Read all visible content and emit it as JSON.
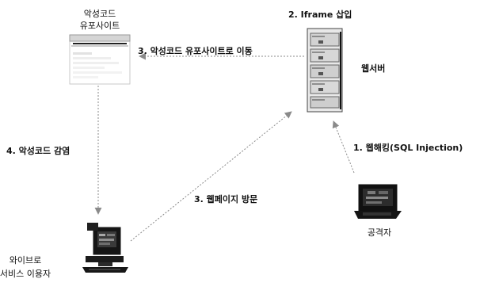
{
  "nodes": {
    "distribution_site": {
      "label_line1": "악성코드",
      "label_line2": "유포사이트"
    },
    "web_server": {
      "step_label": "2. Iframe 삽입",
      "label": "웹서버"
    },
    "attacker": {
      "label": "공격자"
    },
    "user": {
      "label_line1": "와이브로",
      "label_line2": "서비스 이용자"
    }
  },
  "steps": {
    "step1": "1. 웹해킹(SQL Injection)",
    "step3_redirect": "3. 악성코드 유포사이트로 이동",
    "step3_visit": "3. 웹페이지 방문",
    "step4": "4. 악성코드 감염"
  },
  "colors": {
    "line": "#8a8a8a",
    "device_dark": "#1f1f1f",
    "server_gray": "#bdbdbd"
  }
}
